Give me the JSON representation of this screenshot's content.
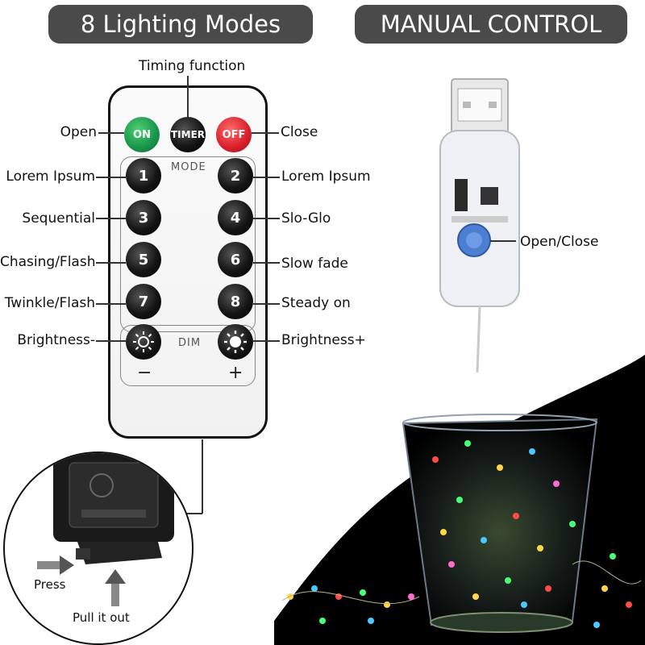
{
  "headers": {
    "left": "8 Lighting Modes",
    "right": "MANUAL CONTROL"
  },
  "remote": {
    "timing_label": "Timing function",
    "open_label": "Open",
    "close_label": "Close",
    "on_button": "ON",
    "timer_button": "TIMER",
    "off_button": "OFF",
    "mode_label": "MODE",
    "dim_label": "DIM",
    "minus_sign": "−",
    "plus_sign": "+",
    "modes": [
      {
        "number": "1",
        "label": "Lorem Ipsum"
      },
      {
        "number": "2",
        "label": "Lorem Ipsum"
      },
      {
        "number": "3",
        "label": "Sequential"
      },
      {
        "number": "4",
        "label": "Slo-Glo"
      },
      {
        "number": "5",
        "label": "Chasing/Flash"
      },
      {
        "number": "6",
        "label": "Slow fade"
      },
      {
        "number": "7",
        "label": "Twinkle/Flash"
      },
      {
        "number": "8",
        "label": "Steady on"
      }
    ],
    "brightness_minus": "Brightness-",
    "brightness_plus": "Brightness+"
  },
  "usb": {
    "button_label": "Open/Close"
  },
  "battery": {
    "press_label": "Press",
    "pull_label": "Pull it out"
  },
  "colors": {
    "header_bg": "#4a4a4a",
    "on_green": "#17944a",
    "off_red": "#d81e2a",
    "usb_button_blue": "#4d7fd1"
  }
}
